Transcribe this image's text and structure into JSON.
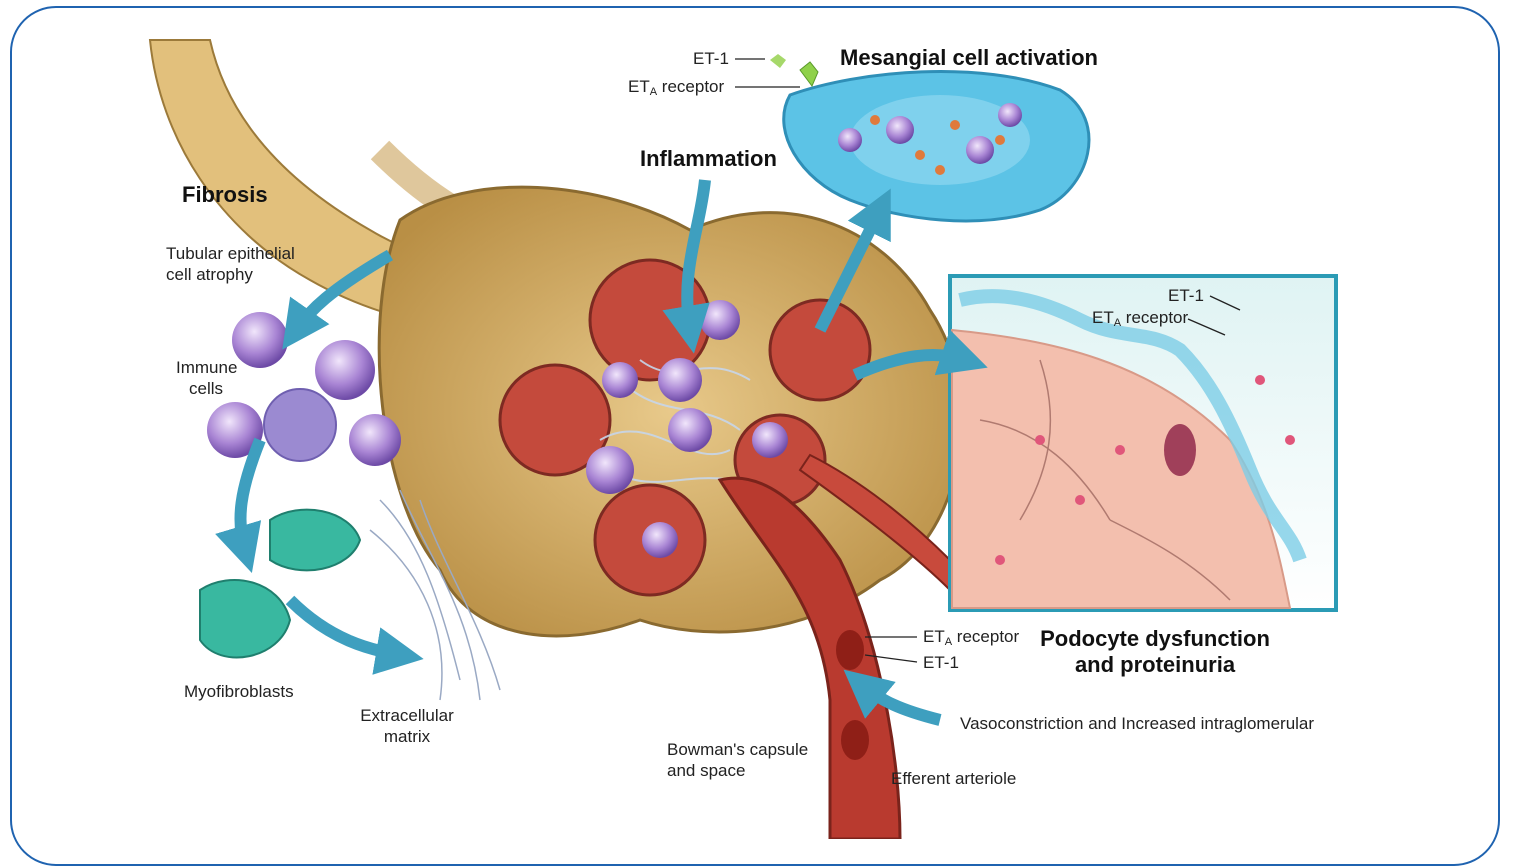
{
  "titles": {
    "fibrosis": "Fibrosis",
    "inflammation": "Inflammation",
    "mesangial": "Mesangial cell activation",
    "podocyte_line1": "Podocyte dysfunction",
    "podocyte_line2": "and proteinuria"
  },
  "labels": {
    "tubular_line1": "Tubular epithelial",
    "tubular_line2": "cell atrophy",
    "immune_line1": "Immune",
    "immune_line2": "cells",
    "myofibroblasts": "Myofibroblasts",
    "ecm_line1": "Extracellular",
    "ecm_line2": "matrix",
    "bowman_line1": "Bowman's capsule",
    "bowman_line2": "and space",
    "efferent": "Efferent arteriole",
    "vaso": "Vasoconstriction and Increased intraglomerular",
    "et1": "ET-1",
    "eta_receptor_pre": "ET",
    "eta_receptor_sub": "A",
    "eta_receptor_post": " receptor"
  },
  "colors": {
    "frame": "#1f63b0",
    "arrow": "#3e9fbf",
    "tubule": "#d9b36e",
    "vessel": "#b5322a",
    "mesangial": "#5cc3e6"
  }
}
